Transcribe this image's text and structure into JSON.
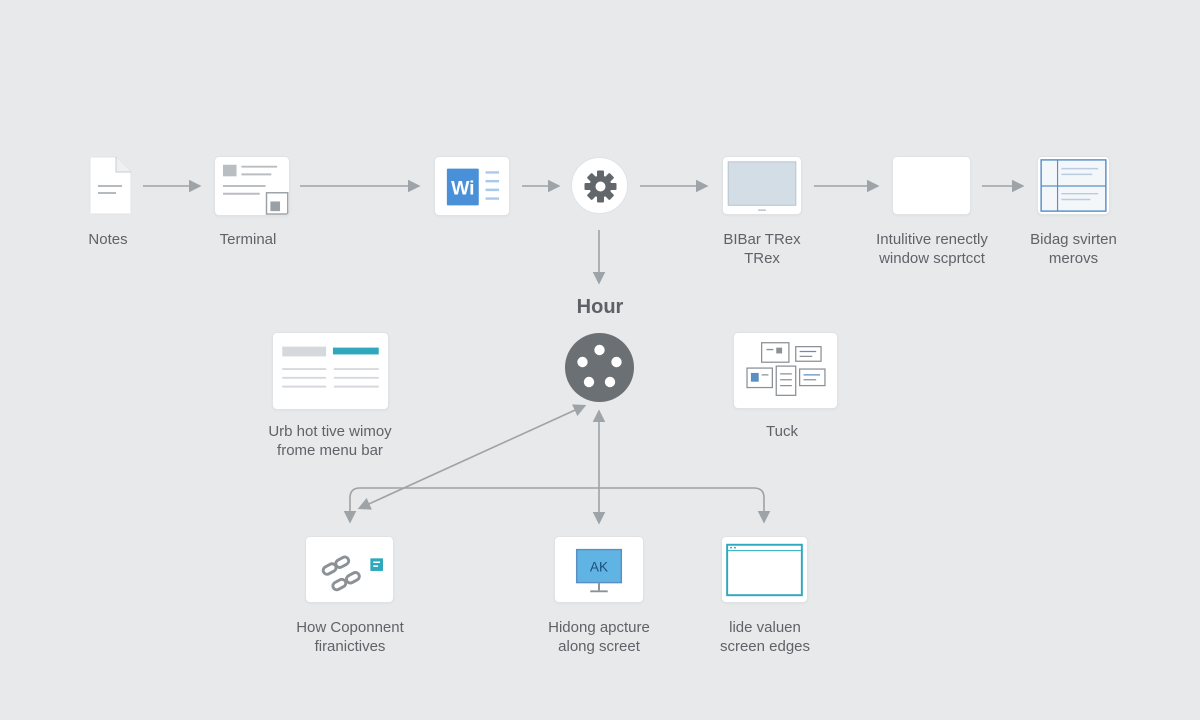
{
  "top_row": {
    "notes": {
      "label": "Notes"
    },
    "terminal": {
      "label": "Terminal"
    },
    "word": {
      "icon_text": "Wi"
    },
    "bibar": {
      "line1": "BIBar TRex",
      "line2": "TRex"
    },
    "intuitive": {
      "line1": "Intulitive renectly",
      "line2": "window scprtcct"
    },
    "bidag": {
      "line1": "Bidag svirten",
      "line2": "merovs"
    }
  },
  "center": {
    "title": "Hour"
  },
  "middle_row": {
    "menu_bar": {
      "line1": "Urb hot tive wimoy",
      "line2": "frome menu bar"
    },
    "tuck": {
      "label": "Tuck"
    }
  },
  "bottom_row": {
    "component": {
      "line1": "How Coponnent",
      "line2": "firanictives"
    },
    "capture": {
      "screen_text": "AK",
      "line1": "Hidong apcture",
      "line2": "along screet"
    },
    "edges": {
      "line1": "lide valuen",
      "line2": "screen edges"
    }
  },
  "colors": {
    "background": "#e7e9eb",
    "node_fill": "#ffffff",
    "connector": "#9ea3a8",
    "hub": "#6b7074",
    "accent_blue": "#4a90d9",
    "accent_teal": "#2fa8bd"
  },
  "icons": {
    "notes": "document-icon",
    "terminal": "document-image-icon",
    "word": "word-app-icon",
    "settings": "gear-icon",
    "monitor": "monitor-icon",
    "blank": "blank-window-icon",
    "split": "split-window-icon",
    "menu_bar": "menu-bar-window-icon",
    "hub": "reel-hub-icon",
    "tuck": "stacked-windows-icon",
    "component": "chain-link-icon",
    "capture": "monitor-capture-icon",
    "edges": "window-edge-icon"
  }
}
